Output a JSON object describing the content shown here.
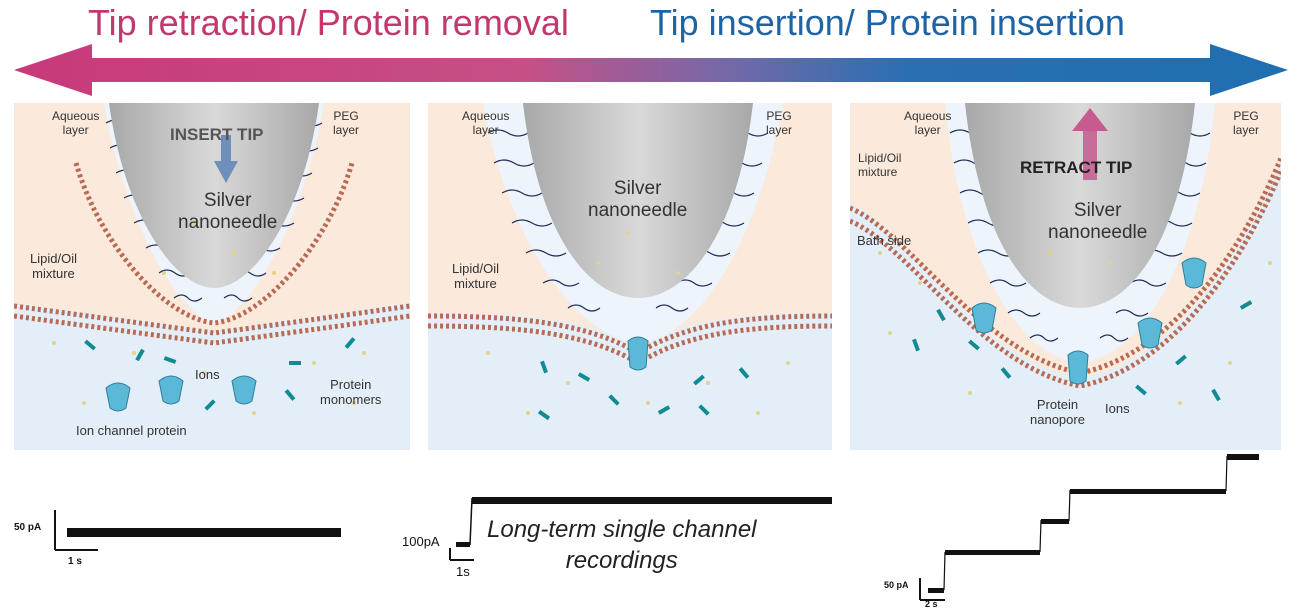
{
  "header": {
    "left_title": "Tip retraction/ Protein removal",
    "right_title": "Tip insertion/ Protein insertion",
    "arrow_colors": {
      "left": "#c8397a",
      "right": "#1f6fb0"
    }
  },
  "panels": [
    {
      "command": "INSERT TIP",
      "needle": [
        "Silver",
        "nanoneedle"
      ],
      "aqueous": [
        "Aqueous",
        "layer"
      ],
      "peg": [
        "PEG",
        "layer"
      ],
      "lipid": [
        "Lipid/Oil",
        "mixture"
      ],
      "ions": "Ions",
      "monomers": [
        "Protein",
        "monomers"
      ],
      "channel_protein": "Ion channel protein"
    },
    {
      "needle": [
        "Silver",
        "nanoneedle"
      ],
      "aqueous": [
        "Aqueous",
        "layer"
      ],
      "peg": [
        "PEG",
        "layer"
      ],
      "lipid": [
        "Lipid/Oil",
        "mixture"
      ]
    },
    {
      "command": "RETRACT TIP",
      "needle": [
        "Silver",
        "nanoneedle"
      ],
      "aqueous": [
        "Aqueous",
        "layer"
      ],
      "peg": [
        "PEG",
        "layer"
      ],
      "lipid": [
        "Lipid/Oil",
        "mixture"
      ],
      "bath": "Bath side",
      "nanopore": [
        "Protein",
        "nanopore"
      ],
      "ions": "Ions"
    }
  ],
  "recordings": [
    {
      "current_scale": "50 pA",
      "time_scale": "1 s"
    },
    {
      "current_scale": "100pA",
      "time_scale": "1s",
      "caption": [
        "Long-term single channel",
        "recordings"
      ]
    },
    {
      "current_scale": "50 pA",
      "time_scale": "2 s"
    }
  ],
  "colors": {
    "bath": "#e3eef8",
    "lipid": "#fbe9dc",
    "needle": "#bdbdbd",
    "bilayer": "#b86a52",
    "protein": "#5bb8d6",
    "monomer": "#118a93"
  }
}
